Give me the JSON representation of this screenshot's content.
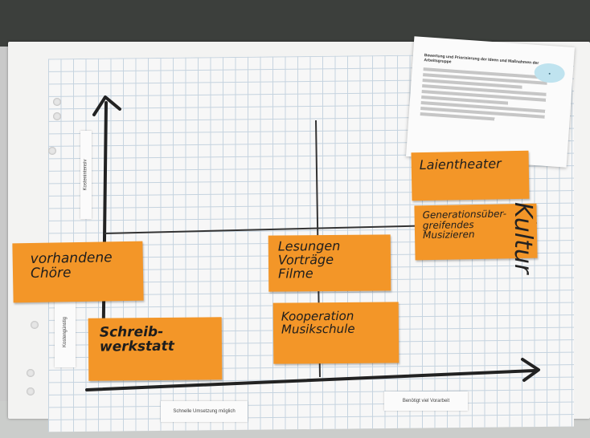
{
  "sticky_notes": {
    "vorhandene_choere": "vorhandene\nChöre",
    "schreibwerkstatt": "Schreib-\nwerkstatt",
    "lesungen": "Lesungen\nVorträge\nFilme",
    "kooperation": "Kooperation\nMusikschule",
    "laientheater": "Laientheater",
    "generationsuebergreifend": "Generationsüber-\ngreifendes\nMusizieren"
  },
  "axis_labels": {
    "x_left": "Schnelle Umsetzung möglich",
    "x_right": "Benötigt viel Vorarbeit",
    "y_top": "Kostenintensiv",
    "y_bottom": "Kostengünstig"
  },
  "category": "Kultur",
  "handout": {
    "title": "Bewertung und Priorisierung der Ideen und Maßnahmen der Arbeitsgruppe"
  },
  "colors": {
    "sticky": "#f39628",
    "marker": "#222222"
  }
}
